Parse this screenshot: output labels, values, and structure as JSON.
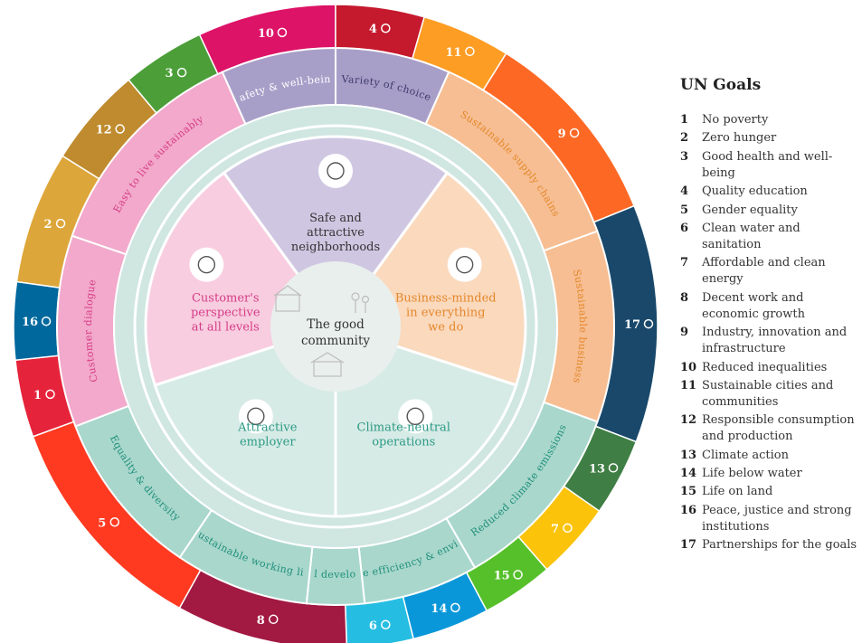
{
  "center": {
    "line1": "The good",
    "line2": "community"
  },
  "pillars": [
    {
      "lines": [
        "Safe and",
        "attractive",
        "neighborhoods"
      ],
      "icon": "buildings-icon",
      "color": "#333333"
    },
    {
      "lines": [
        "Business-minded",
        "in everything",
        "we do"
      ],
      "icon": "star-icon",
      "color": "#e5872b"
    },
    {
      "lines": [
        "Climate-neutral",
        "operations"
      ],
      "icon": "house-leaf-icon",
      "color": "#2b9a86"
    },
    {
      "lines": [
        "Attractive",
        "employer"
      ],
      "icon": "smiley-icon",
      "color": "#2b9a86"
    },
    {
      "lines": [
        "Customer's",
        "perspective",
        "at all levels"
      ],
      "icon": "heart-glasses-icon",
      "color": "#d63c86"
    }
  ],
  "focus_areas": [
    "Safety & well-being",
    "Variety of choice",
    "Sustainable supply chains",
    "Sustainable business",
    "Reduced climate emissions",
    "Resource efficiency & environment",
    "Digital development",
    "Sustainable working life",
    "Equality & diversity",
    "Customer dialogue",
    "Easy to live sustainably"
  ],
  "goal_segments": [
    {
      "number": "10",
      "color": "#dd1367",
      "icon": "equality-icon"
    },
    {
      "number": "4",
      "color": "#c5192d",
      "icon": "book-icon"
    },
    {
      "number": "11",
      "color": "#fd9d24",
      "icon": "city-icon"
    },
    {
      "number": "9",
      "color": "#fd6925",
      "icon": "cubes-icon"
    },
    {
      "number": "17",
      "color": "#19486a",
      "icon": "flower-icon"
    },
    {
      "number": "13",
      "color": "#3f7e44",
      "icon": "eye-icon"
    },
    {
      "number": "7",
      "color": "#fcc30b",
      "icon": "sun-icon"
    },
    {
      "number": "15",
      "color": "#56c02b",
      "icon": "tree-icon"
    },
    {
      "number": "14",
      "color": "#0a97d9",
      "icon": "fish-icon"
    },
    {
      "number": "6",
      "color": "#26bde2",
      "icon": "water-drop-icon"
    },
    {
      "number": "8",
      "color": "#a21942",
      "icon": "growth-chart-icon"
    },
    {
      "number": "5",
      "color": "#ff3a21",
      "icon": "gender-icon"
    },
    {
      "number": "1",
      "color": "#e5243b",
      "icon": "family-icon"
    },
    {
      "number": "16",
      "color": "#00689d",
      "icon": "dove-icon"
    },
    {
      "number": "2",
      "color": "#dda63a",
      "icon": "bowl-icon"
    },
    {
      "number": "12",
      "color": "#bf8b2e",
      "icon": "infinity-icon"
    },
    {
      "number": "3",
      "color": "#4c9f38",
      "icon": "heartbeat-icon"
    }
  ],
  "legend": {
    "title": "UN Goals",
    "items": [
      {
        "num": "1",
        "text": "No poverty"
      },
      {
        "num": "2",
        "text": "Zero hunger"
      },
      {
        "num": "3",
        "text": "Good health and well-being"
      },
      {
        "num": "4",
        "text": "Quality education"
      },
      {
        "num": "5",
        "text": "Gender equality"
      },
      {
        "num": "6",
        "text": "Clean water and sanitation"
      },
      {
        "num": "7",
        "text": "Affordable and clean energy"
      },
      {
        "num": "8",
        "text": "Decent work and economic growth"
      },
      {
        "num": "9",
        "text": "Industry, innovation and infrastructure"
      },
      {
        "num": "10",
        "text": "Reduced inequalities"
      },
      {
        "num": "11",
        "text": "Sustainable cities and communities"
      },
      {
        "num": "12",
        "text": "Responsible consumption and production"
      },
      {
        "num": "13",
        "text": "Climate action"
      },
      {
        "num": "14",
        "text": "Life below water"
      },
      {
        "num": "15",
        "text": "Life on land"
      },
      {
        "num": "16",
        "text": "Peace, justice and strong institutions"
      },
      {
        "num": "17",
        "text": "Partnerships for the goals"
      }
    ]
  }
}
